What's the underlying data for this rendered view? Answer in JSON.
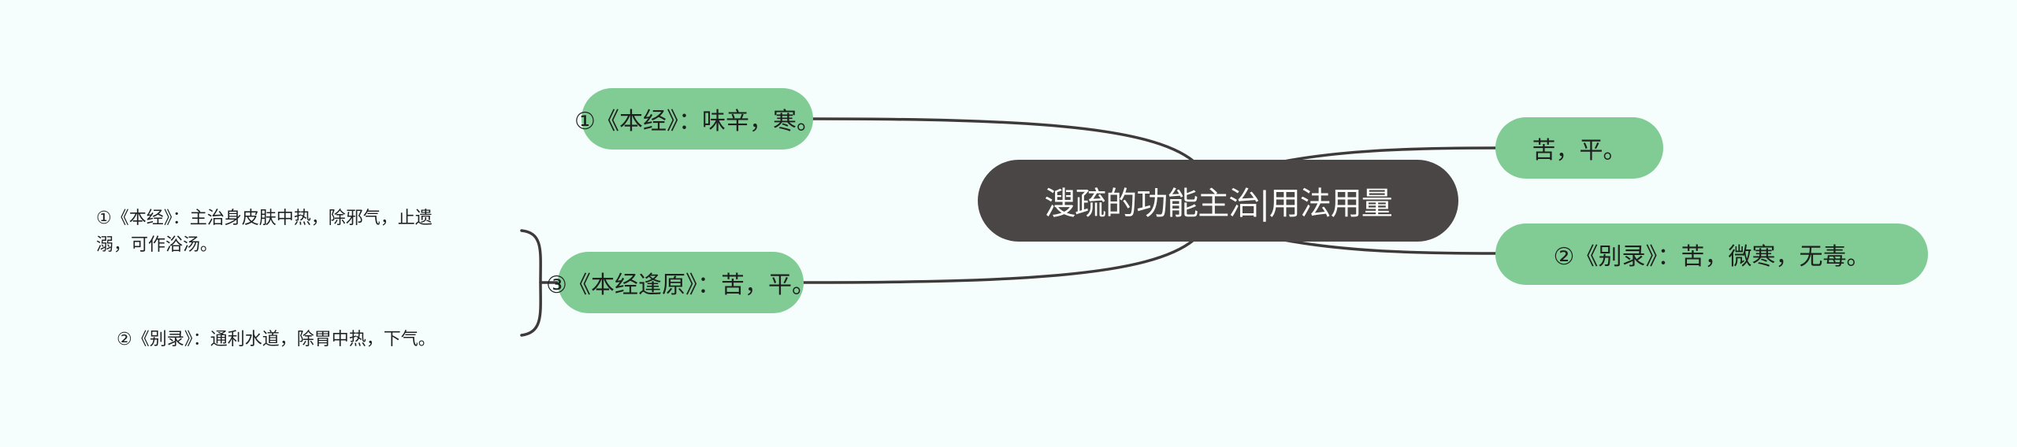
{
  "mindmap": {
    "root": {
      "label": "溲疏的功能主治|用法用量"
    },
    "left_branches": [
      {
        "label": "①《本经》：味辛，寒。"
      },
      {
        "label": "③《本经逢原》：苦，平。",
        "children": [
          {
            "label": "①《本经》：主治身皮肤中热，除邪气，止遗溺，可作浴汤。",
            "line1": "①《本经》：主治身皮肤中热，除邪气，止遗",
            "line2": "溺，可作浴汤。"
          },
          {
            "label": "②《别录》：通利水道，除胃中热，下气。"
          }
        ]
      }
    ],
    "right_branches": [
      {
        "label": "苦，平。"
      },
      {
        "label": "②《别录》：苦，微寒，无毒。"
      }
    ]
  },
  "colors": {
    "background": "#f5fdfd",
    "root_fill": "#4b4646",
    "root_text": "#ffffff",
    "branch_fill": "#80cc94",
    "branch_text": "#1f1f1f",
    "connector": "#3e3a3a",
    "leaf_text": "#222222"
  }
}
